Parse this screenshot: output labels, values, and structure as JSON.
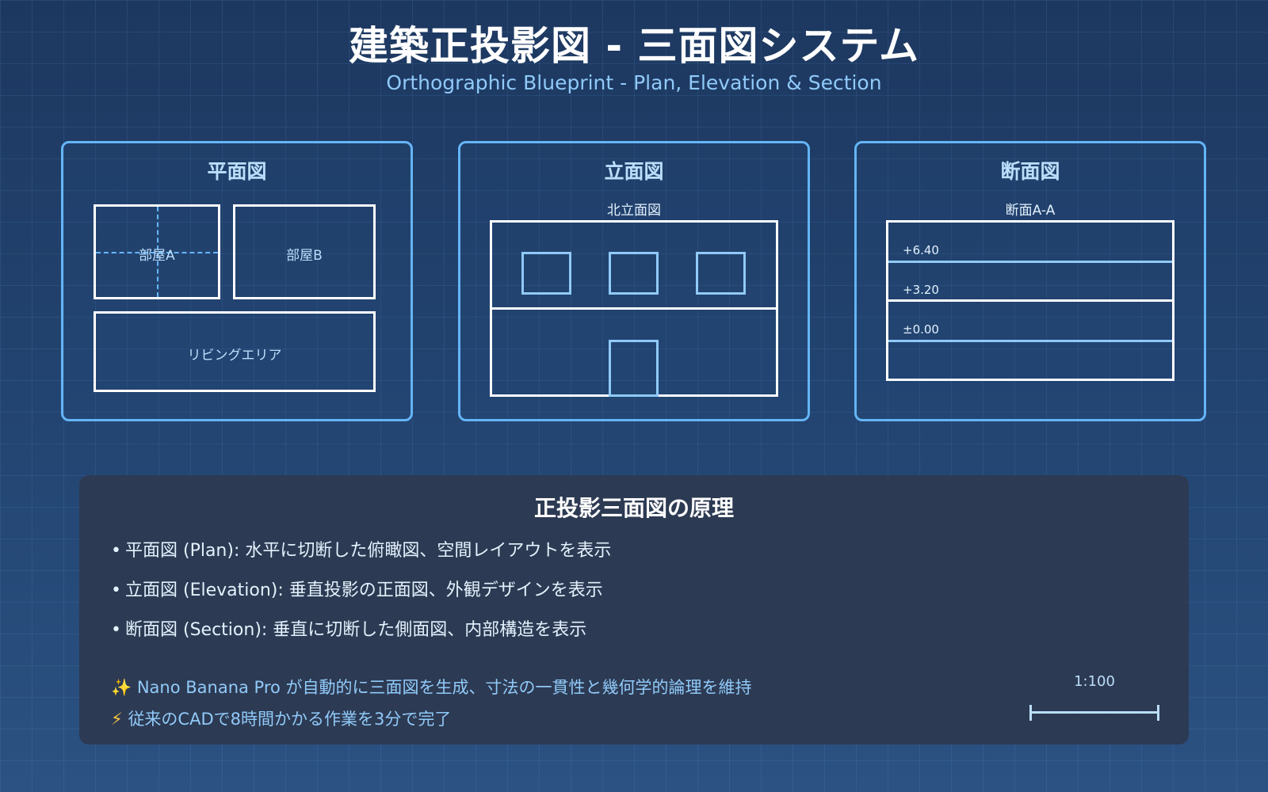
{
  "header": {
    "title": "建築正投影図 - 三面図システム",
    "subtitle": "Orthographic Blueprint - Plan, Elevation & Section"
  },
  "colors": {
    "background_top": "#1d3860",
    "background_bottom": "#2b5282",
    "card_border": "#64b5f6",
    "accent_light": "#90caf9",
    "text_light": "#bbdefb",
    "panel_bg": "#2d3a52"
  },
  "plan": {
    "title": "平面図",
    "rooms": [
      {
        "label": "部屋A"
      },
      {
        "label": "部屋B"
      },
      {
        "label": "リビングエリア"
      }
    ]
  },
  "elevation": {
    "title": "立面図",
    "subtitle": "北立面図",
    "window_count": 3,
    "door_count": 1
  },
  "section": {
    "title": "断面図",
    "subtitle": "断面A-A",
    "levels": [
      {
        "label": "+6.40"
      },
      {
        "label": "+3.20"
      },
      {
        "label": "±0.00"
      }
    ]
  },
  "info": {
    "title": "正投影三面図の原理",
    "bullet_glyph": "•",
    "bullets": [
      {
        "text": "平面図 (Plan): 水平に切断した俯瞰図、空間レイアウトを表示"
      },
      {
        "text": "立面図 (Elevation): 垂直投影の正面図、外観デザインを表示"
      },
      {
        "text": "断面図 (Section): 垂直に切断した側面図、内部構造を表示"
      }
    ],
    "notes": [
      {
        "icon": "✨",
        "icon_name": "sparkles-icon",
        "text": "Nano Banana Pro が自動的に三面図を生成、寸法の一貫性と幾何学的論理を維持"
      },
      {
        "icon": "⚡",
        "icon_name": "lightning-icon",
        "text": "従来のCADで8時間かかる作業を3分で完了"
      }
    ],
    "scale": "1:100"
  }
}
